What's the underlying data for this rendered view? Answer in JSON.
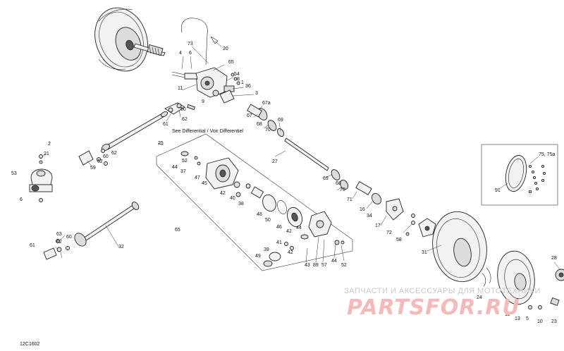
{
  "callouts": {
    "c73": "73",
    "c20": "20",
    "c4": "4",
    "c6a": "6",
    "c65a": "65",
    "c54": "54",
    "c8": "8",
    "c1": "1",
    "c36": "36",
    "c3": "3",
    "c11": "11",
    "c60a": "60",
    "c9": "9",
    "c61a": "61",
    "c62a": "62",
    "c67a": "67a",
    "c67": "67",
    "c68a": "68",
    "c70a": "70",
    "c69a": "69",
    "c25": "25",
    "c62b": "62",
    "c60b": "60",
    "c62c": "62",
    "c59": "59",
    "c2": "2",
    "c21": "21",
    "c53": "53",
    "c6b": "6",
    "c27": "27",
    "c52a": "52",
    "c44a": "44",
    "c37": "37",
    "c45": "45",
    "c47": "47",
    "c42a": "42",
    "c40": "40",
    "c38": "38",
    "c48": "48",
    "c50": "50",
    "c46": "46",
    "c42b": "42",
    "c44b": "44",
    "c65b": "65",
    "c69b": "69",
    "c68b": "68",
    "c70b": "70",
    "c71": "71",
    "c16": "16",
    "c34": "34",
    "c17": "17",
    "c72": "72",
    "c58": "58",
    "c75": "75, 75a",
    "c91": "91",
    "c63": "63",
    "c61b": "61",
    "c62d": "62",
    "c60c": "60",
    "c32": "32",
    "c39": "39",
    "c41": "41",
    "c49": "49",
    "c42c": "42",
    "c43": "43",
    "c89": "89",
    "c57": "57",
    "c44c": "44",
    "c52b": "52",
    "c31": "31",
    "c28": "28",
    "c24": "24",
    "c12": "12",
    "c13": "13",
    "c5": "5",
    "c10": "10",
    "c23": "23"
  },
  "notes": {
    "see_differential": "See Differential / Voir Differentiel"
  },
  "watermark": {
    "caption": "ЗАПЧАСТИ И АКСЕССУАРЫ ДЛЯ МОТОТЕХНИКИ",
    "brand": "PARTSFOR.RU"
  },
  "diagram_code": "12C1602",
  "colors": {
    "line": "#222222",
    "watermark_caption": "#c9c9c9",
    "watermark_brand": "#f6b9b9"
  }
}
